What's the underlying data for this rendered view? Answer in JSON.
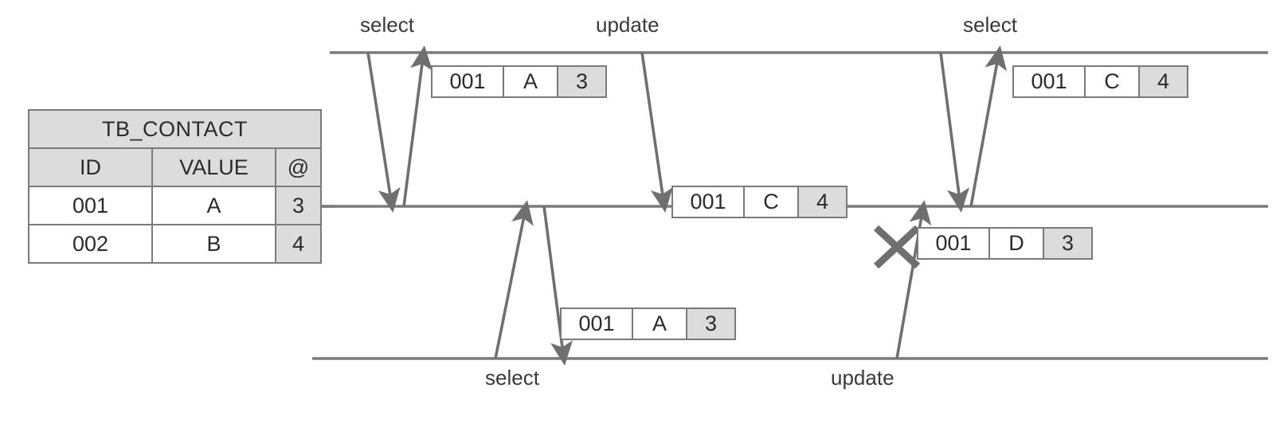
{
  "diagram": {
    "title": "database-replication-timeline",
    "colors": {
      "line": "#7a7a7a",
      "arrow": "#6f6f6f",
      "cell_fill": "#ffffff",
      "header_fill": "#dcdcdc",
      "text": "#2b2b2b",
      "label_text": "#3a3a3a"
    }
  },
  "table": {
    "name": "TB_CONTACT",
    "columns": [
      "ID",
      "VALUE",
      "@"
    ],
    "rows": [
      {
        "id": "001",
        "value": "A",
        "at": "3"
      },
      {
        "id": "002",
        "value": "B",
        "at": "4"
      }
    ]
  },
  "records": {
    "top_left": {
      "id": "001",
      "value": "A",
      "at": "3"
    },
    "top_right": {
      "id": "001",
      "value": "C",
      "at": "4"
    },
    "middle": {
      "id": "001",
      "value": "C",
      "at": "4"
    },
    "middle_right": {
      "id": "001",
      "value": "D",
      "at": "3"
    },
    "bottom": {
      "id": "001",
      "value": "A",
      "at": "3"
    }
  },
  "labels": {
    "top_select_left": "select",
    "top_update": "update",
    "top_select_right": "select",
    "bottom_select": "select",
    "bottom_update": "update"
  },
  "markers": {
    "rejected": "x-mark"
  }
}
